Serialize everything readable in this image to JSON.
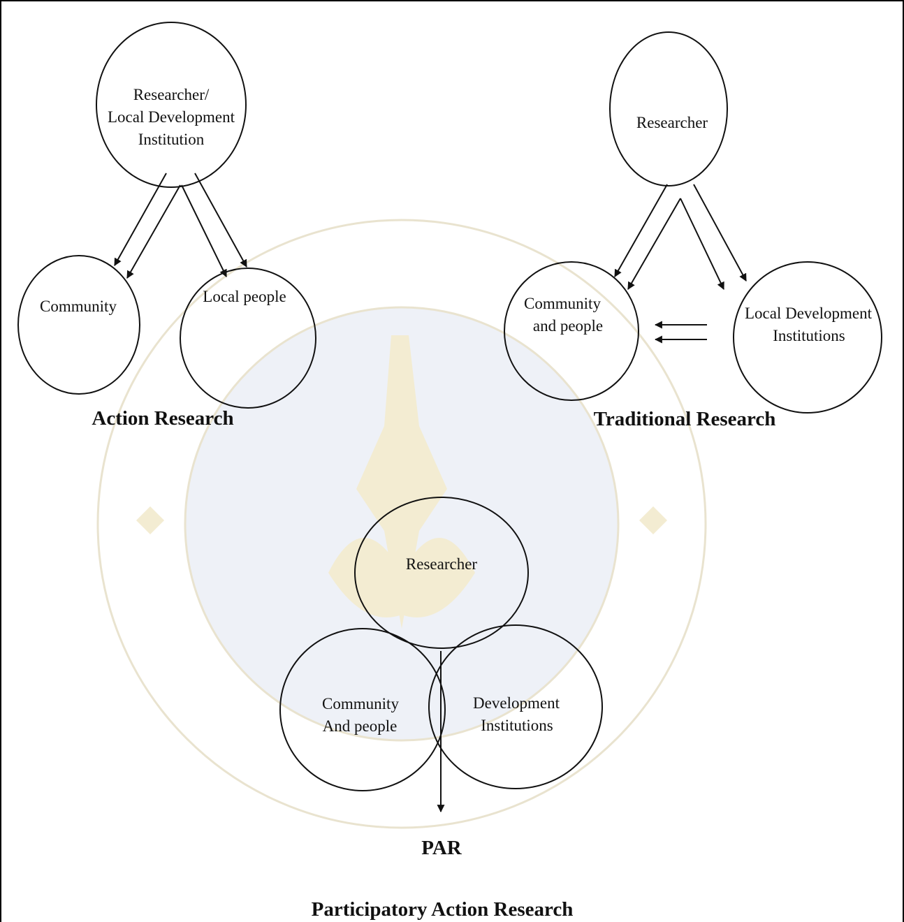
{
  "action_research": {
    "title": "Action Research",
    "researcher_line1": "Researcher/",
    "researcher_line2": "Local Development",
    "researcher_line3": "Institution",
    "community": "Community",
    "local_people": "Local people"
  },
  "traditional_research": {
    "title": "Traditional Research",
    "researcher": "Researcher",
    "community_line1": "Community",
    "community_line2": "and people",
    "institutions_line1": "Local Development",
    "institutions_line2": "Institutions"
  },
  "par": {
    "researcher": "Researcher",
    "community_line1": "Community",
    "community_line2": "And people",
    "institutions_line1": "Development",
    "institutions_line2": "Institutions",
    "short_title": "PAR",
    "title": "Participatory Action Research"
  },
  "colors": {
    "ink": "#111111",
    "watermark": "#e9e3cf"
  }
}
